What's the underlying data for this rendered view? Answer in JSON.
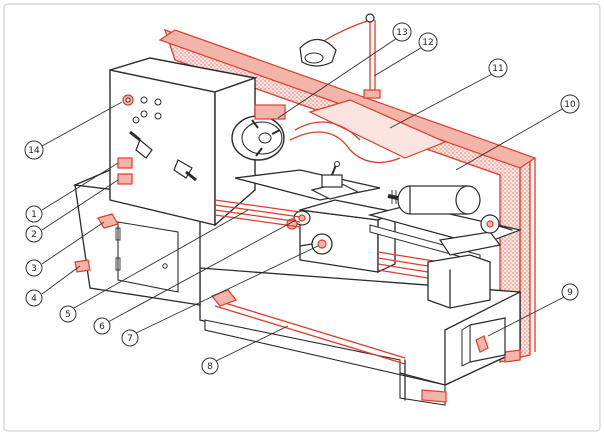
{
  "figure": {
    "colors": {
      "ink": "#2b2b2b",
      "accent": "#e23b2b",
      "shade": "#f3b4a9",
      "paper": "#ffffff"
    },
    "callouts": [
      "1",
      "2",
      "3",
      "4",
      "5",
      "6",
      "7",
      "8",
      "9",
      "10",
      "11",
      "12",
      "13",
      "14"
    ]
  }
}
